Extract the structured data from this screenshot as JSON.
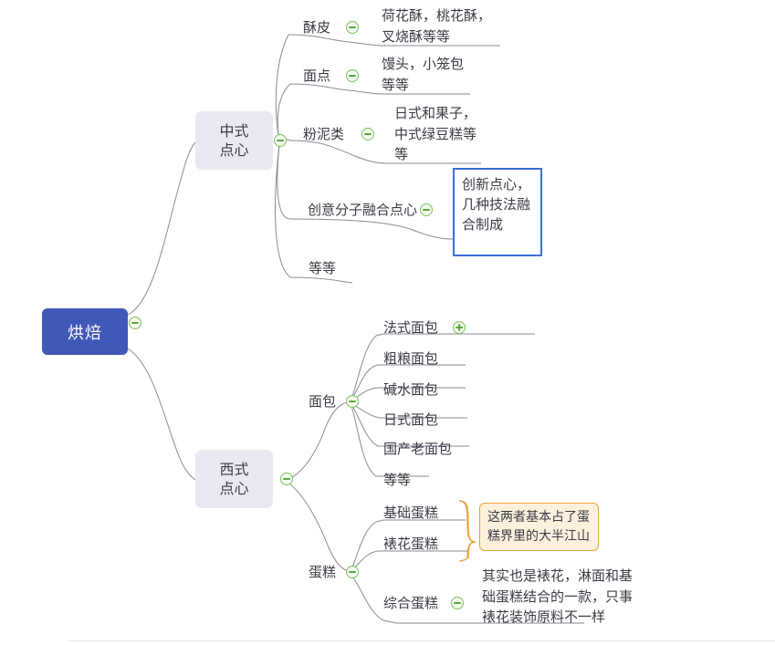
{
  "app": {
    "type": "mindmap",
    "background": "#ffffff",
    "accent_root": "#4058b8",
    "accent_node_box": "#e9eaf1",
    "accent_toggle": "#7fbf5f",
    "accent_selected": "#3a6fd8",
    "accent_note": "#e8a33d",
    "line_color": "#8a8a96"
  },
  "root": {
    "label": "烘焙",
    "toggle": "collapse-icon"
  },
  "branches": {
    "chinese": {
      "label_line1": "中式",
      "label_line2": "点心",
      "toggle": "collapse-icon",
      "children": [
        {
          "label": "酥皮",
          "toggle": "collapse-icon",
          "detail": "荷花酥，桃花酥，叉烧酥等等"
        },
        {
          "label": "面点",
          "toggle": "collapse-icon",
          "detail": "馒头，小笼包等等"
        },
        {
          "label": "粉泥类",
          "toggle": "collapse-icon",
          "detail": "日式和果子，中式绿豆糕等等"
        },
        {
          "label": "创意分子融合点心",
          "toggle": "collapse-icon",
          "detail": "创新点心，几种技法融合制成",
          "selected": true
        },
        {
          "label": "等等",
          "toggle": "",
          "detail": ""
        }
      ]
    },
    "western": {
      "label_line1": "西式",
      "label_line2": "点心",
      "toggle": "collapse-icon",
      "groups": [
        {
          "label": "面包",
          "toggle": "collapse-icon",
          "items": [
            {
              "label": "法式面包",
              "toggle": "expand-icon"
            },
            {
              "label": "粗粮面包",
              "toggle": ""
            },
            {
              "label": "碱水面包",
              "toggle": ""
            },
            {
              "label": "日式面包",
              "toggle": ""
            },
            {
              "label": "国产老面包",
              "toggle": ""
            },
            {
              "label": "等等",
              "toggle": ""
            }
          ]
        },
        {
          "label": "蛋糕",
          "toggle": "collapse-icon",
          "items": [
            {
              "label": "基础蛋糕",
              "toggle": ""
            },
            {
              "label": "裱花蛋糕",
              "toggle": ""
            },
            {
              "label": "综合蛋糕",
              "toggle": "collapse-icon"
            }
          ],
          "notes": [
            {
              "text": "这两者基本占了蛋糕界里的大半江山",
              "style": "orange-sticky"
            },
            {
              "text": "其实也是裱花，淋面和基础蛋糕结合的一款，只事裱花装饰原料不一样",
              "style": "plain"
            }
          ]
        }
      ]
    }
  }
}
